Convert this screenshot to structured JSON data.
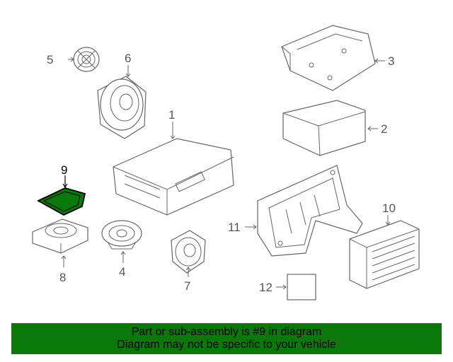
{
  "diagram": {
    "callouts": [
      {
        "id": "1",
        "label": "1"
      },
      {
        "id": "2",
        "label": "2"
      },
      {
        "id": "3",
        "label": "3"
      },
      {
        "id": "4",
        "label": "4"
      },
      {
        "id": "5",
        "label": "5"
      },
      {
        "id": "6",
        "label": "6"
      },
      {
        "id": "7",
        "label": "7"
      },
      {
        "id": "8",
        "label": "8"
      },
      {
        "id": "9",
        "label": "9"
      },
      {
        "id": "10",
        "label": "10"
      },
      {
        "id": "11",
        "label": "11"
      },
      {
        "id": "12",
        "label": "12"
      }
    ],
    "highlighted_part": "9",
    "highlight_color": "#0a780a"
  },
  "banner": {
    "line1": "Part or sub-assembly is #9 in diagram",
    "line2": "Diagram may not be specific to your vehicle",
    "background": "#0a780a"
  }
}
